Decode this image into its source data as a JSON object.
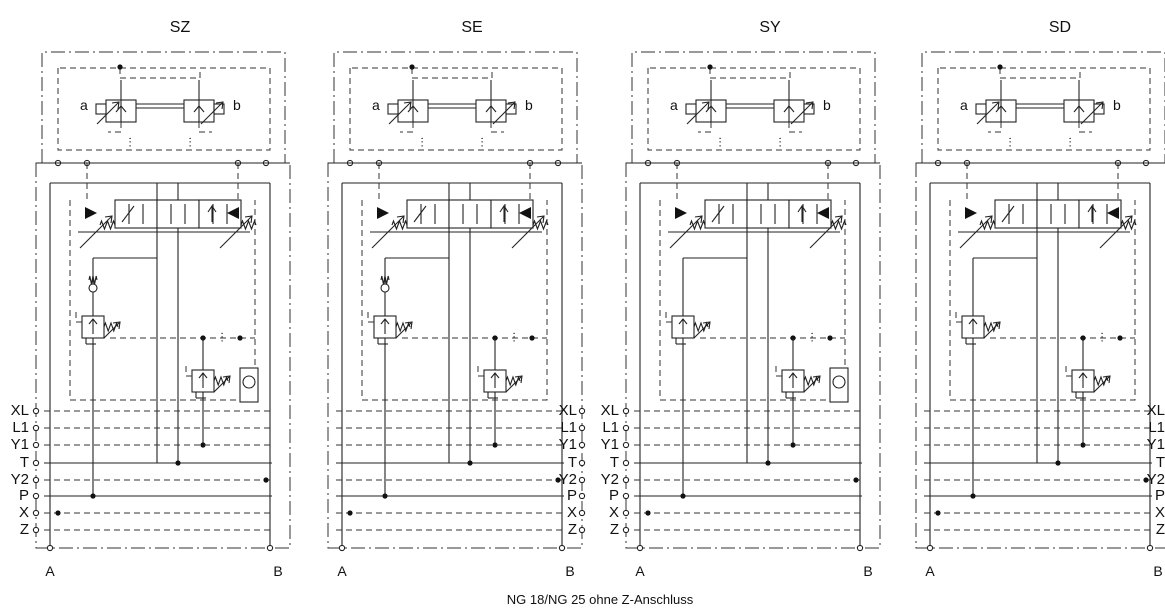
{
  "diagrams": [
    {
      "title": "SZ",
      "left_ports": [
        "XL",
        "L1",
        "Y1",
        "T",
        "Y2",
        "P",
        "X",
        "Z"
      ],
      "right_ports": [],
      "has_check_valve": true,
      "has_accumulator": true
    },
    {
      "title": "SE",
      "left_ports": [],
      "right_ports": [
        "XL",
        "L1",
        "Y1",
        "T",
        "Y2",
        "P",
        "X",
        "Z"
      ],
      "has_check_valve": true,
      "has_accumulator": false
    },
    {
      "title": "SY",
      "left_ports": [
        "XL",
        "L1",
        "Y1",
        "T",
        "Y2",
        "P",
        "X",
        "Z"
      ],
      "right_ports": [],
      "has_check_valve": false,
      "has_accumulator": true
    },
    {
      "title": "SD",
      "left_ports": [],
      "right_ports": [
        "XL",
        "L1",
        "Y1",
        "T",
        "Y2",
        "P",
        "X",
        "Z"
      ],
      "has_check_valve": false,
      "has_accumulator": false
    }
  ],
  "pilot_labels": {
    "left": "a",
    "right": "b"
  },
  "outlet_labels": {
    "left": "A",
    "right": "B"
  },
  "caption": "NG 18/NG 25 ohne Z-Anschluss"
}
